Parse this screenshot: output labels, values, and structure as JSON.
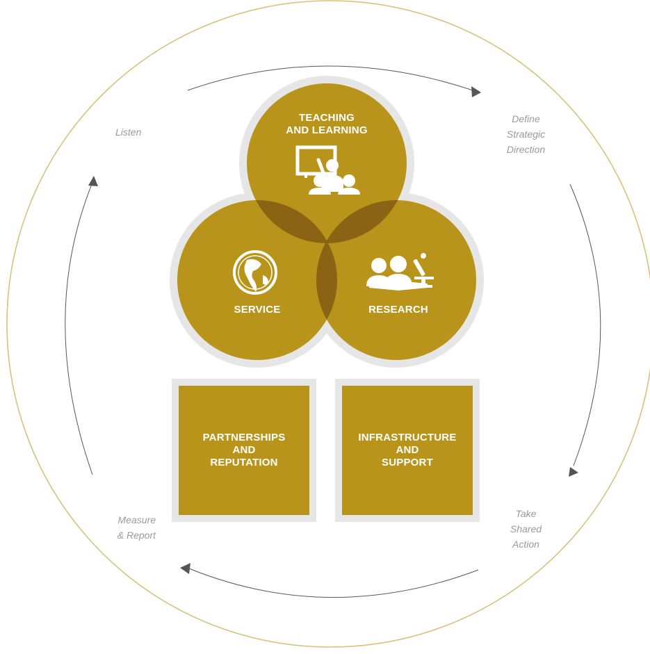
{
  "cycle": {
    "steps": [
      {
        "label": "Listen"
      },
      {
        "label": "Define\nStrategic\nDirection"
      },
      {
        "label": "Take\nShared\nAction"
      },
      {
        "label": "Measure\n& Report"
      }
    ],
    "ring_color": "#d8c27a",
    "arrow_color": "#555555"
  },
  "circles": [
    {
      "title": "TEACHING\nAND LEARNING",
      "icon": "teaching-icon"
    },
    {
      "title": "SERVICE",
      "icon": "globe-icon"
    },
    {
      "title": "RESEARCH",
      "icon": "research-icon"
    }
  ],
  "pillars": [
    {
      "title": "PARTNERSHIPS\nAND\nREPUTATION"
    },
    {
      "title": "INFRASTRUCTURE\nAND\nSUPPORT"
    }
  ],
  "colors": {
    "gold": "#b8941a",
    "overlap": "#8a6414",
    "halo": "#e6e6e6",
    "label_gray": "#9a9a9a"
  }
}
